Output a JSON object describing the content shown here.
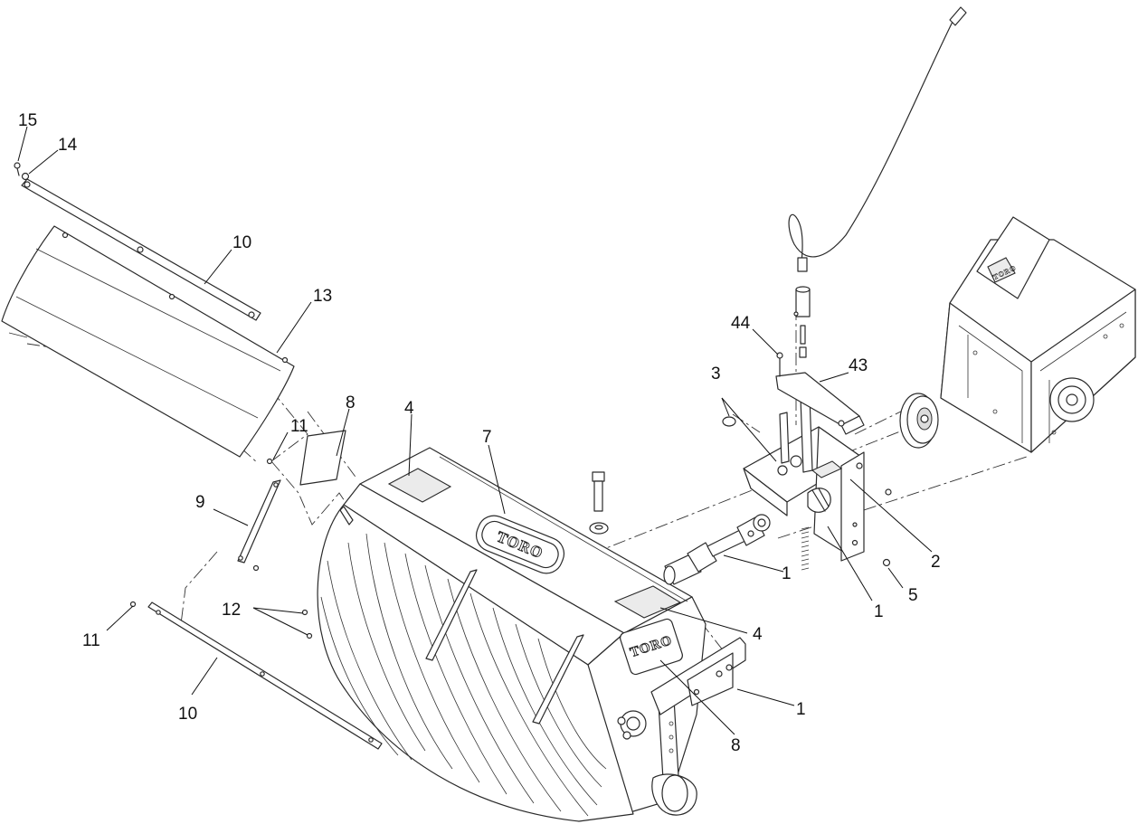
{
  "diagram": {
    "brand_marks": [
      "TORO",
      "TORO",
      "TORO"
    ],
    "callouts": [
      {
        "id": "c15",
        "text": "15"
      },
      {
        "id": "c14",
        "text": "14"
      },
      {
        "id": "c10a",
        "text": "10"
      },
      {
        "id": "c13",
        "text": "13"
      },
      {
        "id": "c8a",
        "text": "8"
      },
      {
        "id": "c4a",
        "text": "4"
      },
      {
        "id": "c7",
        "text": "7"
      },
      {
        "id": "c11a",
        "text": "11"
      },
      {
        "id": "c9",
        "text": "9"
      },
      {
        "id": "c12",
        "text": "12"
      },
      {
        "id": "c11b",
        "text": "11"
      },
      {
        "id": "c10b",
        "text": "10"
      },
      {
        "id": "c44",
        "text": "44"
      },
      {
        "id": "c3",
        "text": "3"
      },
      {
        "id": "c43",
        "text": "43"
      },
      {
        "id": "c1a",
        "text": "1"
      },
      {
        "id": "c2",
        "text": "2"
      },
      {
        "id": "c5",
        "text": "5"
      },
      {
        "id": "c1b",
        "text": "1"
      },
      {
        "id": "c4b",
        "text": "4"
      },
      {
        "id": "c1c",
        "text": "1"
      },
      {
        "id": "c8b",
        "text": "8"
      }
    ]
  }
}
